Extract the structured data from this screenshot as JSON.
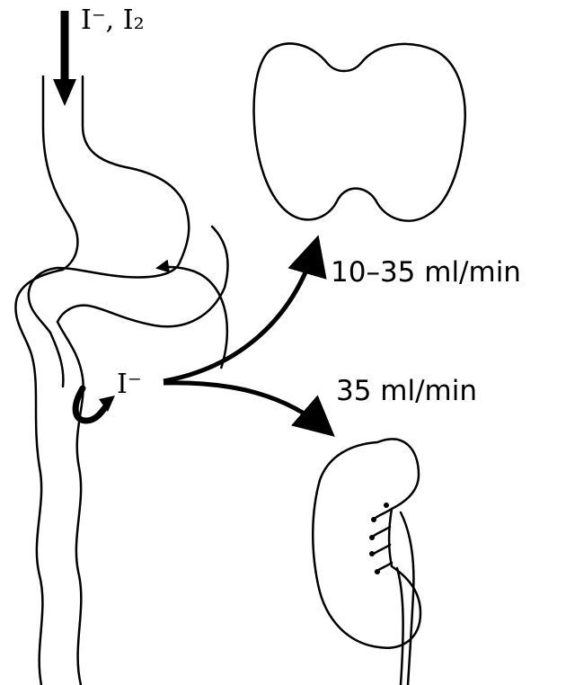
{
  "labels": {
    "intake": "I⁻, I₂",
    "iodide": "I⁻",
    "thyroid_clearance": "10–35 ml/min",
    "kidney_clearance": "35 ml/min"
  },
  "colors": {
    "ink": "#000000",
    "paper": "#ffffff"
  }
}
